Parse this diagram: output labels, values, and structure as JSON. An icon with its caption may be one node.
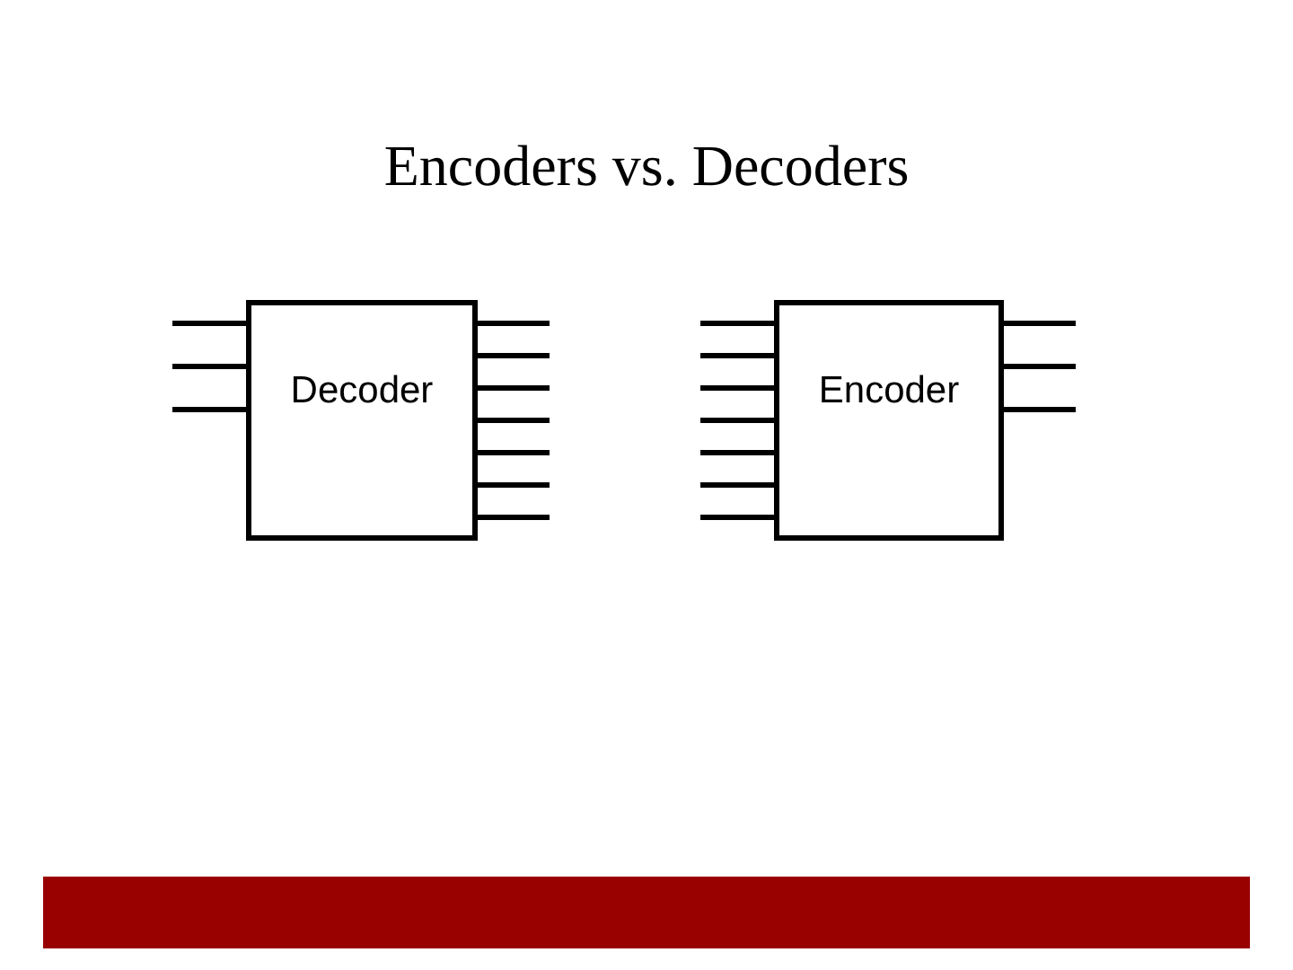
{
  "diagram": {
    "title": "Encoders vs. Decoders",
    "nodes": [
      {
        "text": [
          "Decoder"
        ]
      },
      {
        "text": [
          "Encoder"
        ]
      }
    ],
    "edges": [
      {
        "from": null,
        "to": 0,
        "arrow": "none"
      },
      {
        "from": null,
        "to": 0,
        "arrow": "none"
      },
      {
        "from": null,
        "to": 0,
        "arrow": "none"
      },
      {
        "from": 0,
        "to": null,
        "arrow": "none"
      },
      {
        "from": 0,
        "to": null,
        "arrow": "none"
      },
      {
        "from": 0,
        "to": null,
        "arrow": "none"
      },
      {
        "from": 0,
        "to": null,
        "arrow": "none"
      },
      {
        "from": 0,
        "to": null,
        "arrow": "none"
      },
      {
        "from": 0,
        "to": null,
        "arrow": "none"
      },
      {
        "from": 0,
        "to": null,
        "arrow": "none"
      },
      {
        "from": null,
        "to": 1,
        "arrow": "none"
      },
      {
        "from": null,
        "to": 1,
        "arrow": "none"
      },
      {
        "from": null,
        "to": 1,
        "arrow": "none"
      },
      {
        "from": null,
        "to": 1,
        "arrow": "none"
      },
      {
        "from": null,
        "to": 1,
        "arrow": "none"
      },
      {
        "from": null,
        "to": 1,
        "arrow": "none"
      },
      {
        "from": null,
        "to": 1,
        "arrow": "none"
      },
      {
        "from": 1,
        "to": null,
        "arrow": "none"
      },
      {
        "from": 1,
        "to": null,
        "arrow": "none"
      },
      {
        "from": 1,
        "to": null,
        "arrow": "none"
      }
    ]
  }
}
